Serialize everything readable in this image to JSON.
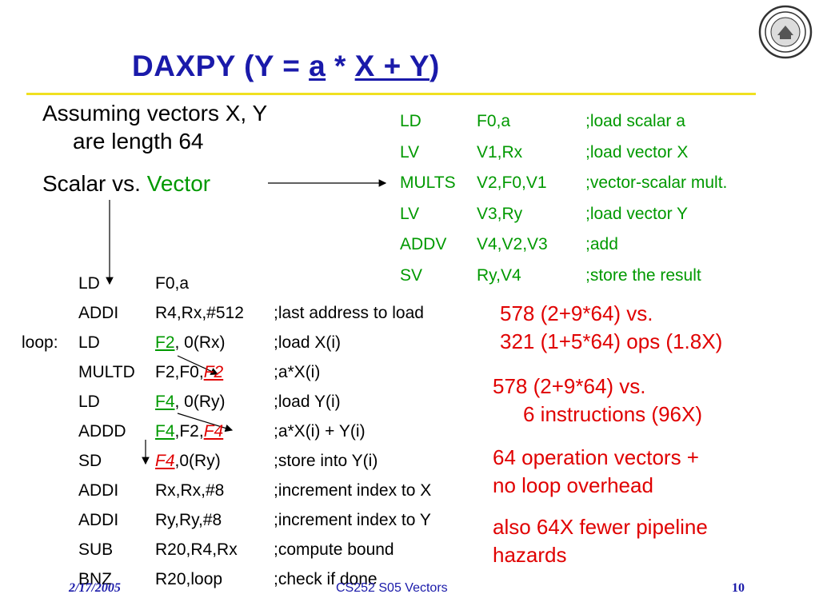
{
  "title": {
    "prefix": "DAXPY (Y = ",
    "a": "a",
    "star": " * ",
    "xy": "X + Y",
    "suffix": ")"
  },
  "intro": {
    "line1": "Assuming vectors X, Y",
    "line2": "are length 64",
    "scalar_vs": "Scalar vs.",
    "vector": "Vector"
  },
  "vector_code": [
    {
      "op": "LD",
      "args": "F0,a",
      "comment": ";load scalar a"
    },
    {
      "op": "LV",
      "args": "V1,Rx",
      "comment": ";load vector X"
    },
    {
      "op": "MULTS",
      "args": "V2,F0,V1",
      "comment": ";vector-scalar mult."
    },
    {
      "op": "LV",
      "args": "V3,Ry",
      "comment": ";load vector Y"
    },
    {
      "op": "ADDV",
      "args": "V4,V2,V3",
      "comment": ";add"
    },
    {
      "op": "SV",
      "args": "Ry,V4",
      "comment": ";store the result"
    }
  ],
  "scalar_code": [
    {
      "label": "",
      "op": "LD",
      "args": "F0,a",
      "comment": ""
    },
    {
      "label": "",
      "op": "ADDI",
      "args": "R4,Rx,#512",
      "comment": ";last address to load"
    },
    {
      "label": "loop:",
      "op": "LD",
      "args_hl": "F2",
      "args_rest": ", 0(Rx)",
      "comment": ";load X(i)"
    },
    {
      "label": "",
      "op": "MULTD",
      "args_pre": "F2,F0,",
      "args_hl": "F2",
      "comment": ";a*X(i)"
    },
    {
      "label": "",
      "op": "LD",
      "args_hl": "F4",
      "args_rest": ", 0(Ry)",
      "comment": ";load Y(i)"
    },
    {
      "label": "",
      "op": "ADDD",
      "args_hl": "F4",
      "args_mid": ",F2, ",
      "args_hl2": "F4",
      "comment": ";a*X(i) + Y(i)"
    },
    {
      "label": "",
      "op": "SD",
      "args_hl": "F4",
      "args_rest": " ,0(Ry)",
      "comment": ";store into Y(i)"
    },
    {
      "label": "",
      "op": "ADDI",
      "args": "Rx,Rx,#8",
      "comment": ";increment index to X"
    },
    {
      "label": "",
      "op": "ADDI",
      "args": "Ry,Ry,#8",
      "comment": ";increment index to Y"
    },
    {
      "label": "",
      "op": "SUB",
      "args": "R20,R4,Rx",
      "comment": ";compute bound"
    },
    {
      "label": "",
      "op": "BNZ",
      "args": "R20,loop",
      "comment": ";check if done"
    }
  ],
  "notes": {
    "n1_l1": "578 (2+9*64) vs.",
    "n1_l2": "321 (1+5*64) ops (1.8X)",
    "n2_l1": "578 (2+9*64) vs.",
    "n2_l2": "6 instructions (96X)",
    "n3_l1": "64 operation vectors +",
    "n3_l2": "no loop overhead",
    "n4_l1": "also 64X fewer pipeline",
    "n4_l2": "hazards"
  },
  "footer": {
    "date": "2/17/2005",
    "course": "CS252 S05 Vectors",
    "page": "10"
  },
  "colors": {
    "title": "#1a1aaa",
    "green": "#009900",
    "red": "#e00000",
    "rule": "#f0e020"
  }
}
